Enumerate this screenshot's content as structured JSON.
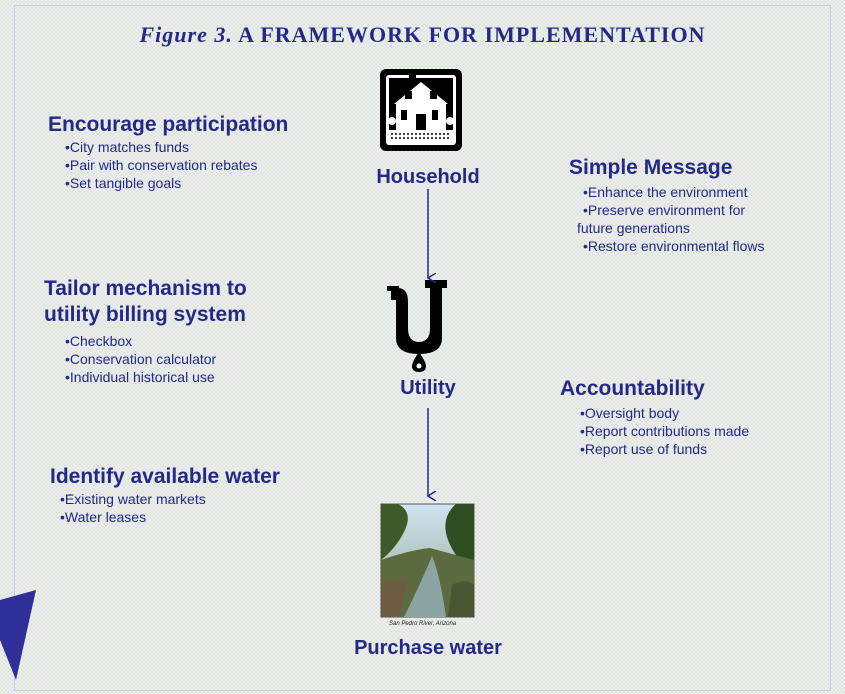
{
  "figure": {
    "title_prefix": "Figure 3.",
    "title_rest": " A FRAMEWORK FOR IMPLEMENTATION"
  },
  "nodes": {
    "household": "Household",
    "utility": "Utility",
    "purchase": "Purchase water",
    "photo_caption": "San Pedro River, Arizona"
  },
  "left": {
    "encourage": {
      "heading": "Encourage participation",
      "items": [
        "City matches funds",
        "Pair with conservation rebates",
        "Set tangible goals"
      ]
    },
    "tailor": {
      "heading_line1": "Tailor mechanism to",
      "heading_line2": "utility billing system",
      "items": [
        "Checkbox",
        "Conservation calculator",
        "Individual historical use"
      ]
    },
    "identify": {
      "heading": "Identify available water",
      "items": [
        "Existing water markets",
        "Water leases"
      ]
    }
  },
  "right": {
    "message": {
      "heading": "Simple Message",
      "item1": "Enhance the environment",
      "item2a": "Preserve environment for",
      "item2b": "future generations",
      "item3": "Restore environmental flows"
    },
    "accountability": {
      "heading": "Accountability",
      "items": [
        "Oversight body",
        "Report contributions made",
        "Report use of funds"
      ]
    }
  },
  "colors": {
    "text": "#232889",
    "arrow": "#232889",
    "accent_corner": "#2f2f9a"
  },
  "icons": [
    "house-icon",
    "pipe-faucet-icon",
    "river-photo"
  ]
}
